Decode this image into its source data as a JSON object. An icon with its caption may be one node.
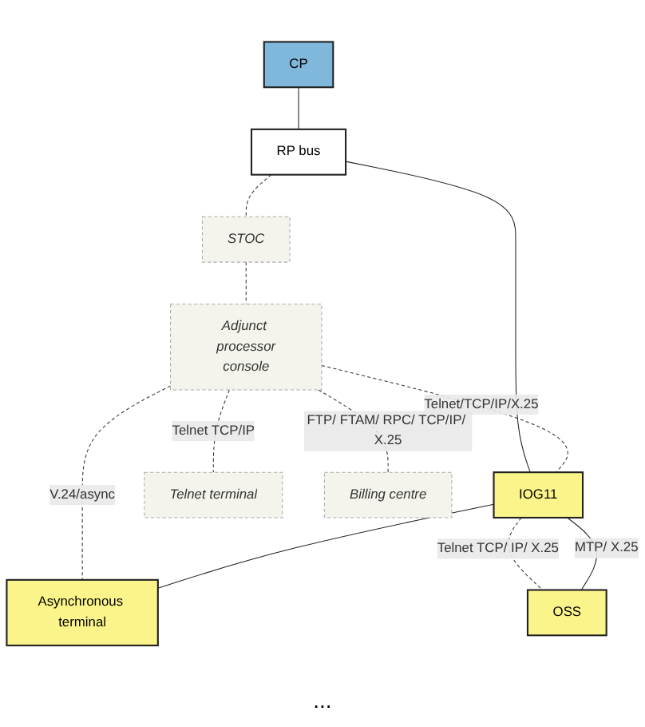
{
  "diagram": {
    "nodes": [
      {
        "text": [
          "CP"
        ]
      },
      {
        "text": [
          "RP bus"
        ]
      },
      {
        "text": [
          "STOC"
        ]
      },
      {
        "text": [
          "Adjunct processor",
          "console"
        ]
      },
      {
        "text": [
          "IOG11"
        ]
      },
      {
        "text": [
          "Asynchronous terminal"
        ]
      },
      {
        "text": [
          "Telnet terminal"
        ]
      },
      {
        "text": [
          "Billing centre"
        ]
      },
      {
        "text": [
          "OSS"
        ]
      }
    ],
    "edges": [
      {
        "from": 0,
        "to": 1,
        "arrow": "none",
        "color": "#222222"
      },
      {
        "from": 1,
        "to": 2,
        "arrow": "none",
        "style": "dashed"
      },
      {
        "from": 1,
        "to": 4,
        "arrow": "none",
        "color": "#222222"
      },
      {
        "from": 2,
        "to": 3,
        "arrow": "none",
        "style": "dashed"
      },
      {
        "from": 3,
        "to": 4,
        "arrow": "none",
        "style": "dashed",
        "label": "Telnet/TCP/IP/X.25"
      },
      {
        "from": 3,
        "to": 5,
        "arrow": "none",
        "style": "dashed",
        "label": "V.24/async"
      },
      {
        "from": 4,
        "to": 5,
        "arrow": "none",
        "color": "#222222"
      },
      {
        "from": 3,
        "to": 6,
        "arrow": "none",
        "style": "dashed",
        "label": "Telnet TCP/IP"
      },
      {
        "from": 3,
        "to": 7,
        "arrow": "none",
        "style": "dashed",
        "label": "FTP/ FTAM/ RPC/ TCP/IP/ X.25"
      },
      {
        "from": 4,
        "to": 8,
        "arrow": "none",
        "style": "dashed",
        "label": "Telnet TCP/ IP/ X.25"
      },
      {
        "from": 4,
        "to": 8,
        "arrow": "none",
        "label": "MTP/ X.25",
        "color": "#222222"
      }
    ],
    "labels": [
      "..."
    ]
  }
}
